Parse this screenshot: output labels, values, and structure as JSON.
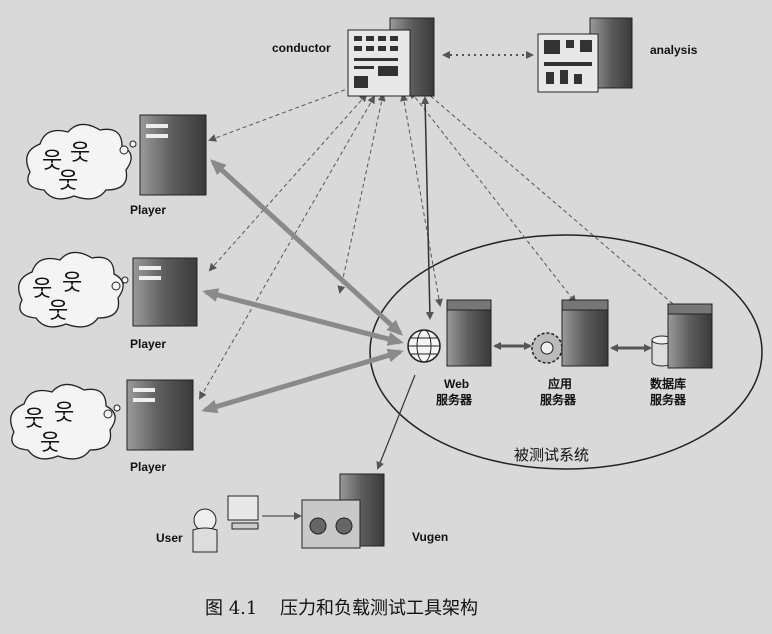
{
  "nodes": {
    "conductor": "conductor",
    "analysis": "analysis",
    "player": "Player",
    "user": "User",
    "vugen": "Vugen",
    "web_line1": "Web",
    "web_line2": "服务器",
    "app_line1": "应用",
    "app_line2": "服务器",
    "db_line1": "数据库",
    "db_line2": "服务器"
  },
  "system_label": "被测试系统",
  "caption": {
    "number": "图 4.1",
    "text": "压力和负载测试工具架构"
  },
  "colors": {
    "background": "#d9d9d9",
    "arrow_thick": "#8a8a8a",
    "arrow_thin": "#555555"
  }
}
